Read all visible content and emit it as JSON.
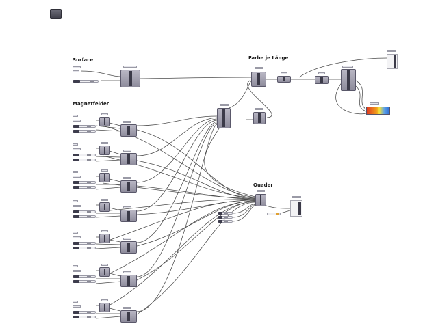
{
  "groups": {
    "surface": "Surface",
    "farbe": "Farbe je Länge",
    "magnetfelder": "Magnetfelder",
    "quader": "Quader"
  },
  "colors": {
    "component_fill": "#a8a6b6",
    "component_core": "#3b3a48",
    "wire": "#4a4a4a",
    "gradient_start": "#e03a20",
    "gradient_mid": "#f6e23a",
    "gradient_end": "#2f6fd6"
  },
  "icons": {
    "toolbar": "canvas-preview-icon",
    "gradient": "gradient-icon"
  }
}
